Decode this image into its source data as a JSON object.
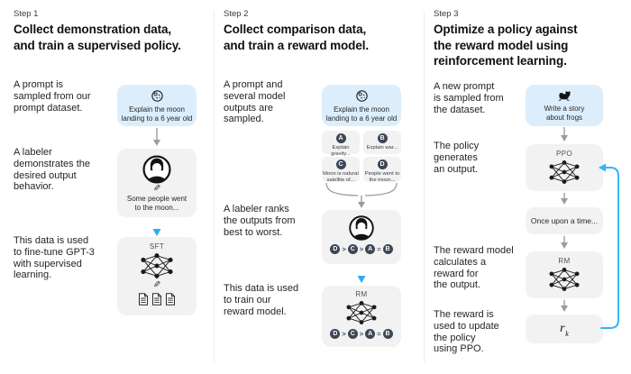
{
  "colors": {
    "accent_blue": "#29aef6",
    "arrow_gray": "#9b9ca3",
    "card_gray": "#f2f2f3",
    "card_blue": "#dceefb",
    "badge_navy": "#3d4655"
  },
  "icons": {
    "pencil": "✎"
  },
  "steps": [
    {
      "label": "Step 1",
      "title": "Collect demonstration data,\nand train a supervised policy.",
      "paragraphs": [
        "A prompt is\nsampled from our\nprompt dataset.",
        "A labeler\ndemonstrates the\ndesired output\nbehavior.",
        "This data is used\nto fine-tune GPT-3\nwith supervised\nlearning."
      ],
      "prompt_card": {
        "icon": "moon",
        "text": "Explain the moon\nlanding to a 6 year old"
      },
      "labeler_card": {
        "icon": "labeler-avatar",
        "text": "Some people went\nto the moon..."
      },
      "model_card": {
        "label": "SFT",
        "icons": [
          "neural-network",
          "pencil",
          "documents"
        ]
      }
    },
    {
      "label": "Step 2",
      "title": "Collect comparison data,\nand train a reward model.",
      "paragraphs": [
        "A prompt and\nseveral model\noutputs are\nsampled.",
        "A labeler ranks\nthe outputs from\nbest to worst.",
        "This data is used\nto train our\nreward model."
      ],
      "prompt_card": {
        "icon": "moon",
        "text": "Explain the moon\nlanding to a 6 year old"
      },
      "outputs": [
        {
          "letter": "A",
          "text": "Explain gravity..."
        },
        {
          "letter": "B",
          "text": "Explain war..."
        },
        {
          "letter": "C",
          "text": "Moon is natural\nsatellite of..."
        },
        {
          "letter": "D",
          "text": "People went to\nthe moon..."
        }
      ],
      "ranking": [
        "D",
        ">",
        "C",
        ">",
        "A",
        "=",
        "B"
      ],
      "model_card": {
        "label": "RM",
        "icons": [
          "neural-network"
        ]
      }
    },
    {
      "label": "Step 3",
      "title": "Optimize a policy against\nthe reward model using\nreinforcement learning.",
      "paragraphs": [
        "A new prompt\nis sampled from\nthe dataset.",
        "The policy\ngenerates\nan output.",
        "The reward model\ncalculates a\nreward for\nthe output.",
        "The reward is\nused to update\nthe policy\nusing PPO."
      ],
      "prompt_card": {
        "icon": "frog",
        "text": "Write a story\nabout frogs"
      },
      "policy_card": {
        "label": "PPO",
        "icons": [
          "neural-network"
        ]
      },
      "output_card": {
        "text": "Once upon a time..."
      },
      "reward_model_card": {
        "label": "RM",
        "icons": [
          "neural-network"
        ]
      },
      "reward_card": {
        "base": "r",
        "sub": "k"
      }
    }
  ]
}
